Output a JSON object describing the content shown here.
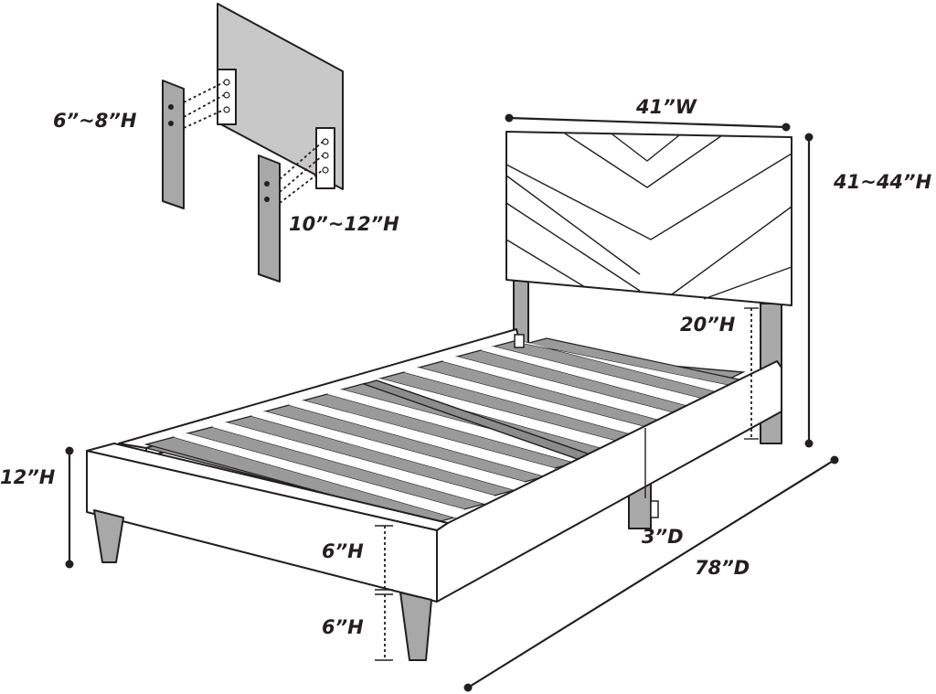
{
  "labels": {
    "small_leg_height": "6”~8”H",
    "long_leg_height": "10”~12”H",
    "headboard_width": "41”W",
    "headboard_height": "41~44”H",
    "headboard_clearance": "20”H",
    "frame_height": "12”H",
    "rail_height": "6”H",
    "leg_height": "6”H",
    "leg_depth": "3”D",
    "bed_length": "78”D"
  },
  "colors": {
    "outline": "#231f20",
    "headboard_panel": "#c8c8c8",
    "leg": "#a8a8a8",
    "slat": "#9a9a9a",
    "frame": "#ffffff"
  }
}
